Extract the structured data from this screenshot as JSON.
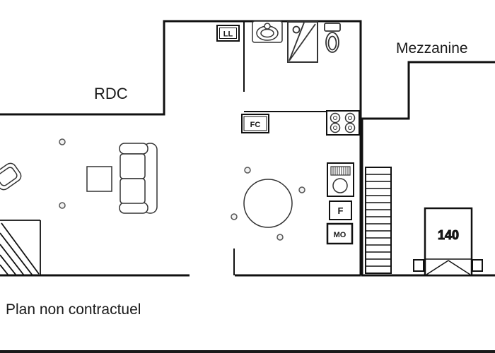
{
  "plan": {
    "title": "RDC",
    "mezzanine": "Mezzanine",
    "disclaimer": "Plan non contractuel",
    "bed": {
      "size_label": "140"
    },
    "appliances": {
      "washing_machine_label": "LL",
      "oven_label": "FC",
      "fridge_label": "F",
      "microwave_label": "MO"
    },
    "colors": {
      "wall": "#111111",
      "furniture": "#333333",
      "text": "#1a1a1a",
      "background": "#ffffff"
    }
  }
}
